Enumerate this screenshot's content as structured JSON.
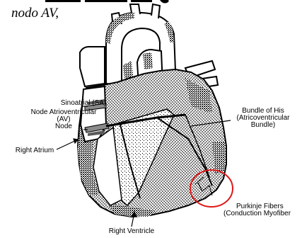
{
  "caption": {
    "cut_line": "",
    "text": "nodo AV,"
  },
  "labels": {
    "sa_node": [
      "Sinoatrial (SA)"
    ],
    "av_node": [
      "Node Atrioventricular",
      "(AV)",
      "Node"
    ],
    "right_atrium": "Right Atrium",
    "bundle_of_his": [
      "Bundle of His",
      "(Atricoventricular",
      "Bundle)"
    ],
    "purkinje": [
      "Purkinje Fibers",
      "(Conduction Myofiber"
    ],
    "right_ventricle": "Right Ventricle"
  },
  "colors": {
    "highlight_circle": "#e01818",
    "stipple": "#000000",
    "node_band": "#8a8a8a"
  }
}
